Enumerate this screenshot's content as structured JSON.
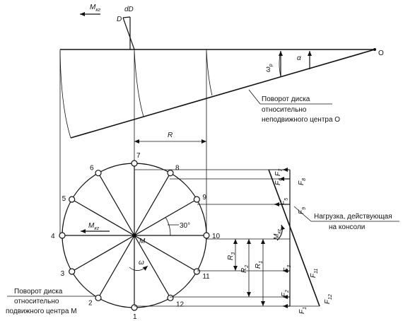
{
  "top": {
    "mkr_label": "M",
    "mkr_sub": "кг",
    "dd_label": "dD",
    "d_label": "D",
    "o_label": "O",
    "omega_p": "ω",
    "omega_p_sub": "р",
    "alpha": "α",
    "callout": [
      "Поворот диска",
      "относительно",
      "неподвижного центра О"
    ]
  },
  "middle": {
    "r_label": "R"
  },
  "wheel": {
    "points": [
      "1",
      "2",
      "3",
      "4",
      "5",
      "6",
      "7",
      "8",
      "9",
      "10",
      "11",
      "12"
    ],
    "center": "M",
    "angle": "30°",
    "omega": "ω",
    "mkr_label": "M",
    "mkr_sub": "кг",
    "callout": [
      "Поворот диска",
      "относительно",
      "подвижного центра M"
    ]
  },
  "loads": {
    "radii": [
      {
        "main": "R",
        "sub": "3"
      },
      {
        "main": "R",
        "sub": "2"
      },
      {
        "main": "R",
        "sub": "1"
      }
    ],
    "mkr_label": "M",
    "mkr_sub": "кг",
    "forces": [
      {
        "main": "F",
        "sub": "7"
      },
      {
        "main": "F",
        "sub": "6"
      },
      {
        "main": "F",
        "sub": "8"
      },
      {
        "main": "F",
        "sub": "5"
      },
      {
        "main": "F",
        "sub": "9"
      },
      {
        "main": "F",
        "sub": "3"
      },
      {
        "main": "F",
        "sub": "11"
      },
      {
        "main": "F",
        "sub": "2"
      },
      {
        "main": "F",
        "sub": "1"
      },
      {
        "main": "F",
        "sub": "12"
      }
    ],
    "callout": [
      "Нагрузка, действующая",
      "на консоли"
    ]
  }
}
